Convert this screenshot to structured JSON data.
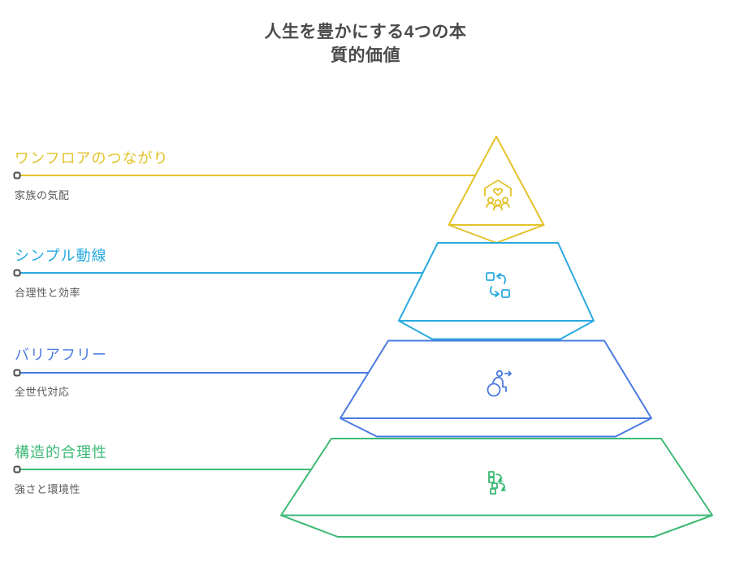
{
  "title": {
    "line1": "人生を豊かにする4つの本",
    "line2": "質的価値"
  },
  "colors": {
    "title": "#4A4A4A",
    "subtext": "#595959",
    "marker": "#4D4D4D",
    "background": "#FFFFFF"
  },
  "levels": [
    {
      "heading": "ワンフロアのつながり",
      "subtext": "家族の気配",
      "color": "#E3C229",
      "icon": "family-house-icon"
    },
    {
      "heading": "シンプル動線",
      "subtext": "合理性と効率",
      "color": "#29A9E0",
      "icon": "swap-arrows-icon"
    },
    {
      "heading": "バリアフリー",
      "subtext": "全世代対応",
      "color": "#4A7BE0",
      "icon": "wheelchair-icon"
    },
    {
      "heading": "構造的合理性",
      "subtext": "強さと環境性",
      "color": "#3CBA75",
      "icon": "stacked-blocks-icon"
    }
  ]
}
